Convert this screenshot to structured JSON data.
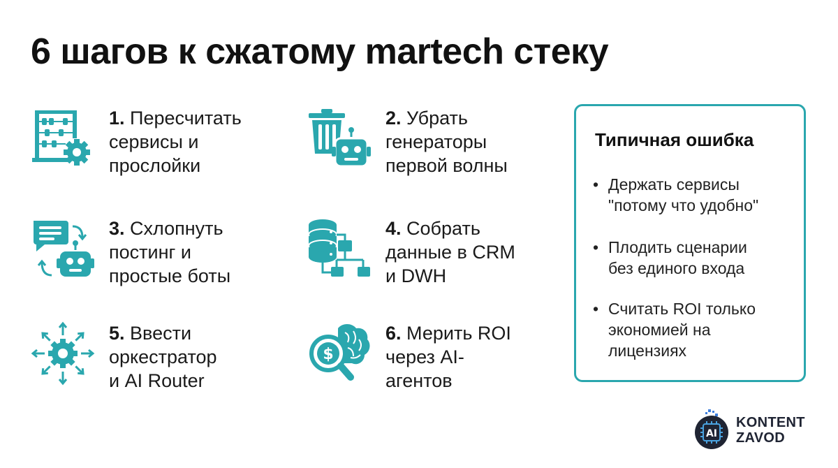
{
  "title": "6 шагов к сжатому martech стеку",
  "colors": {
    "accent": "#2aa7ae",
    "text": "#111111",
    "navy": "#1f2433"
  },
  "steps": [
    {
      "num": "1.",
      "lines": [
        "Пересчитать",
        "сервисы и",
        "прослойки"
      ],
      "icon": "abacus-gear-icon"
    },
    {
      "num": "2.",
      "lines": [
        "Убрать",
        "генераторы",
        "первой волны"
      ],
      "icon": "trash-robot-icon"
    },
    {
      "num": "3.",
      "lines": [
        "Схлопнуть",
        "постинг и",
        "простые боты"
      ],
      "icon": "chat-robot-icon"
    },
    {
      "num": "4.",
      "lines": [
        "Собрать",
        "данные в CRM",
        "и DWH"
      ],
      "icon": "database-flow-icon"
    },
    {
      "num": "5.",
      "lines": [
        "Ввести",
        "оркестратор",
        "и AI Router"
      ],
      "icon": "gear-arrows-icon"
    },
    {
      "num": "6.",
      "lines": [
        "Мерить ROI",
        "через AI-",
        "агентов"
      ],
      "icon": "brain-dollar-search-icon"
    }
  ],
  "mistakes": {
    "title": "Типичная ошибка",
    "bullet": "•",
    "items": [
      {
        "lines": [
          "Держать сервисы",
          "\"потому что удобно\""
        ]
      },
      {
        "lines": [
          "Плодить сценарии",
          "без единого входа"
        ]
      },
      {
        "lines": [
          "Считать ROI только",
          "экономией на",
          "лицензиях"
        ]
      }
    ]
  },
  "logo": {
    "badge": "AI",
    "line1": "KONTENT",
    "line2": "ZAVOD"
  }
}
